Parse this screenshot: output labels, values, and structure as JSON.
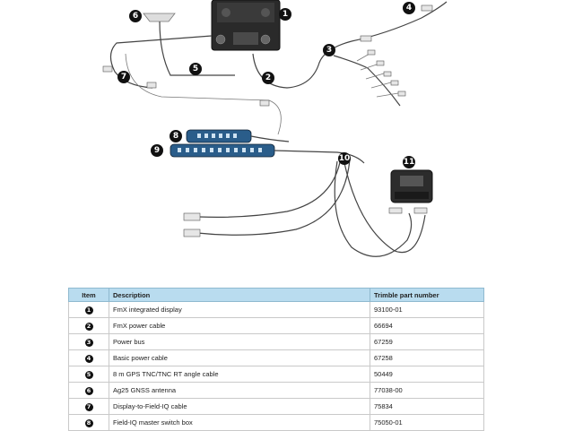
{
  "callouts": [
    "1",
    "2",
    "3",
    "4",
    "5",
    "6",
    "7",
    "8",
    "9",
    "10",
    "11"
  ],
  "table": {
    "headers": [
      "Item",
      "Description",
      "Trimble part number"
    ],
    "rows": [
      {
        "item": "1",
        "description": "FmX integrated display",
        "part": "93100-01"
      },
      {
        "item": "2",
        "description": "FmX power cable",
        "part": "66694"
      },
      {
        "item": "3",
        "description": "Power bus",
        "part": "67259"
      },
      {
        "item": "4",
        "description": "Basic power cable",
        "part": "67258"
      },
      {
        "item": "5",
        "description": "8 m GPS TNC/TNC RT angle cable",
        "part": "50449"
      },
      {
        "item": "6",
        "description": "Ag25 GNSS antenna",
        "part": "77038-00"
      },
      {
        "item": "7",
        "description": "Display-to-Field-IQ cable",
        "part": "75834"
      },
      {
        "item": "8",
        "description": "Field-IQ master switch box",
        "part": "75050-01"
      }
    ]
  },
  "colors": {
    "header_bg": "#b9dcef",
    "bus_blue": "#2a5d8a",
    "callout": "#111111"
  }
}
